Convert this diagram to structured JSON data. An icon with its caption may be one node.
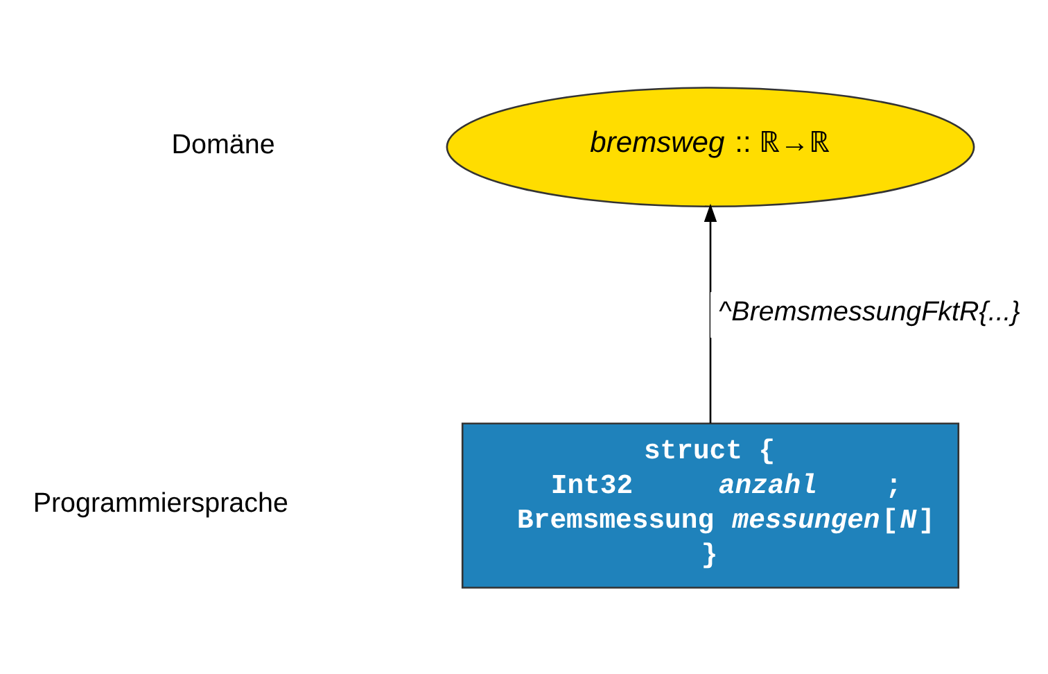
{
  "diagram": {
    "nodes": [
      {
        "text": [
          "*bremsweg* :: ℝ→ℝ"
        ]
      },
      {
        "text": [
          "struct {",
          "Int32 *anzahl*;",
          "Bremsmessung *messungen*[*N*]",
          "}"
        ]
      }
    ],
    "edges": [
      {
        "from": 1,
        "to": 0,
        "arrow": "to",
        "label": "^BremsmessungFktR{...}"
      }
    ],
    "labels": [
      "Domäne",
      "Programmiersprache"
    ]
  }
}
